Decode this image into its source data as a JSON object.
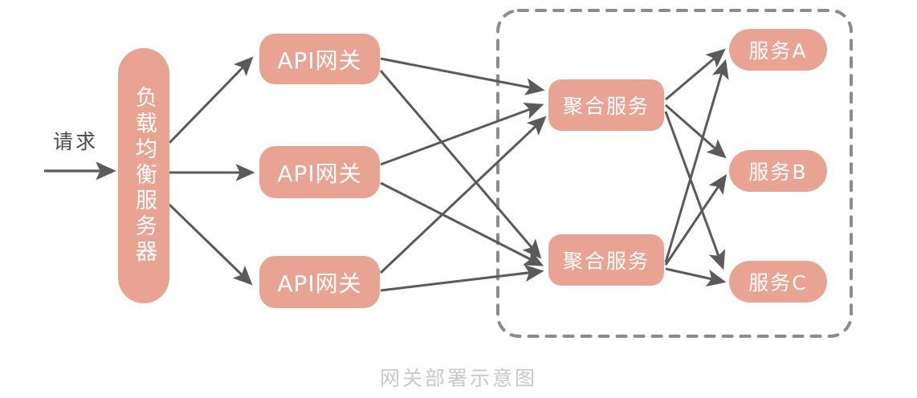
{
  "diagram": {
    "caption": "网关部署示意图",
    "colors": {
      "node_fill": "#E9A392",
      "node_text": "#ffffff",
      "arrow": "#5a5a5a",
      "dashed_border": "#8c8c8c",
      "caption_text": "#c9c9c9",
      "background": "#ffffff"
    },
    "entry": {
      "label": "请求"
    },
    "load_balancer": {
      "label": "负载均衡服务器"
    },
    "gateways": [
      {
        "label": "API网关"
      },
      {
        "label": "API网关"
      },
      {
        "label": "API网关"
      }
    ],
    "aggregators": [
      {
        "label": "聚合服务"
      },
      {
        "label": "聚合服务"
      }
    ],
    "services": [
      {
        "label": "服务A"
      },
      {
        "label": "服务B"
      },
      {
        "label": "服务C"
      }
    ]
  }
}
